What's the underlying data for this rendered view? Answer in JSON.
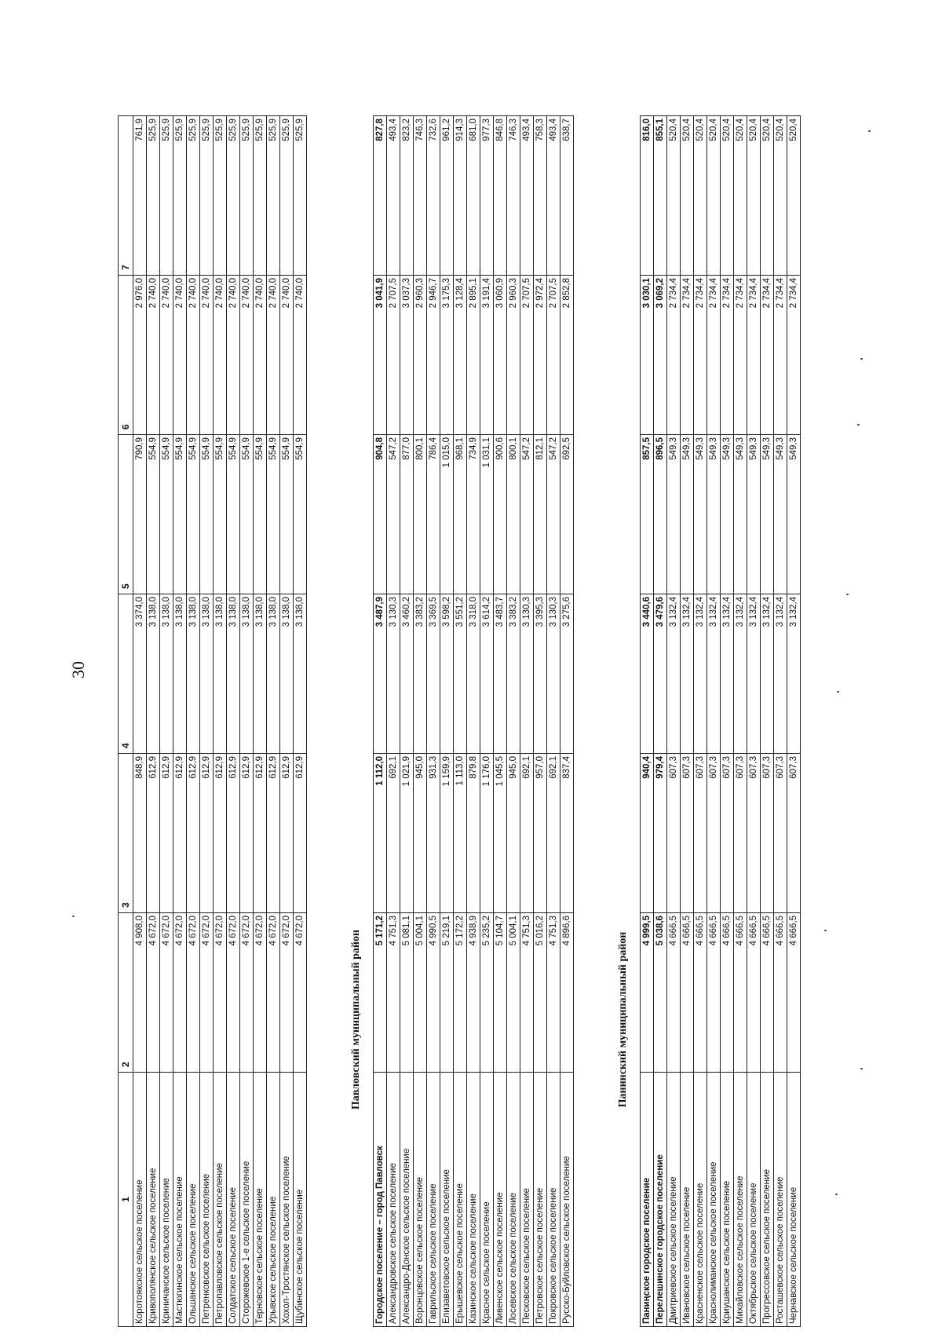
{
  "page_number": "30",
  "header": [
    "1",
    "2",
    "3",
    "4",
    "5",
    "6",
    "7"
  ],
  "group1": [
    [
      "Коротоякское сельское поселение",
      "4 908,0",
      "848,9",
      "3 374,0",
      "790,9",
      "2 976,0",
      "761,9"
    ],
    [
      "Кривополянское сельское поселение",
      "4 672,0",
      "612,9",
      "3 138,0",
      "554,9",
      "2 740,0",
      "525,9"
    ],
    [
      "Криничанское сельское поселение",
      "4 672,0",
      "612,9",
      "3 138,0",
      "554,9",
      "2 740,0",
      "525,9"
    ],
    [
      "Мастюгинское сельское поселение",
      "4 672,0",
      "612,9",
      "3 138,0",
      "554,9",
      "2 740,0",
      "525,9"
    ],
    [
      "Ольшанское сельское поселение",
      "4 672,0",
      "612,9",
      "3 138,0",
      "554,9",
      "2 740,0",
      "525,9"
    ],
    [
      "Петренковское сельское поселение",
      "4 672,0",
      "612,9",
      "3 138,0",
      "554,9",
      "2 740,0",
      "525,9"
    ],
    [
      "Петропавловское сельское поселение",
      "4 672,0",
      "612,9",
      "3 138,0",
      "554,9",
      "2 740,0",
      "525,9"
    ],
    [
      "Солдатское сельское поселение",
      "4 672,0",
      "612,9",
      "3 138,0",
      "554,9",
      "2 740,0",
      "525,9"
    ],
    [
      "Сторожевское 1-е сельское поселение",
      "4 672,0",
      "612,9",
      "3 138,0",
      "554,9",
      "2 740,0",
      "525,9"
    ],
    [
      "Терновское сельское поселение",
      "4 672,0",
      "612,9",
      "3 138,0",
      "554,9",
      "2 740,0",
      "525,9"
    ],
    [
      "Урывское сельское поселение",
      "4 672,0",
      "612,9",
      "3 138,0",
      "554,9",
      "2 740,0",
      "525,9"
    ],
    [
      "Хохол-Тростянское сельское поселение",
      "4 672,0",
      "612,9",
      "3 138,0",
      "554,9",
      "2 740,0",
      "525,9"
    ],
    [
      "Щубинское сельское поселение",
      "4 672,0",
      "612,9",
      "3 138,0",
      "554,9",
      "2 740,0",
      "525,9"
    ]
  ],
  "section2_title": "Павловский муниципальный район",
  "group2": [
    [
      "Городское поселение – город Павловск",
      "5 171,2",
      "1 112,0",
      "3 487,9",
      "904,8",
      "3 041,9",
      "827,8"
    ],
    [
      "Александровское сельское поселение",
      "4 751,3",
      "692,1",
      "3 130,3",
      "547,2",
      "2 707,5",
      "493,4"
    ],
    [
      "Александро-Донское сельское поселение",
      "5 081,1",
      "1 021,9",
      "3 460,2",
      "877,0",
      "3 037,3",
      "823,2"
    ],
    [
      "Воронцовское сельское поселение",
      "5 004,1",
      "945,0",
      "3 383,2",
      "800,1",
      "2 960,3",
      "746,3"
    ],
    [
      "Гаврильское сельское поселение",
      "4 990,5",
      "931,3",
      "3 369,5",
      "786,4",
      "2 946,7",
      "732,6"
    ],
    [
      "Елизаветовское сельское поселение",
      "5 219,1",
      "1 159,9",
      "3 598,2",
      "1 015,0",
      "3 175,3",
      "961,2"
    ],
    [
      "Ерышевское сельское поселение",
      "5 172,2",
      "1 113,0",
      "3 551,2",
      "968,1",
      "3 128,4",
      "914,3"
    ],
    [
      "Казинское сельское поселение",
      "4 938,9",
      "879,8",
      "3 318,0",
      "734,9",
      "2 895,1",
      "681,0"
    ],
    [
      "Красное сельское поселение",
      "5 235,2",
      "1 176,0",
      "3 614,2",
      "1 031,1",
      "3 191,4",
      "977,3"
    ],
    [
      "Ливенское сельское поселение",
      "5 104,7",
      "1 045,5",
      "3 483,7",
      "900,6",
      "3 060,9",
      "846,8"
    ],
    [
      "Лосевское сельское поселение",
      "5 004,1",
      "945,0",
      "3 383,2",
      "800,1",
      "2 960,3",
      "746,3"
    ],
    [
      "Песковское сельское поселение",
      "4 751,3",
      "692,1",
      "3 130,3",
      "547,2",
      "2 707,5",
      "493,4"
    ],
    [
      "Петровское сельское поселение",
      "5 016,2",
      "957,0",
      "3 395,3",
      "812,1",
      "2 972,4",
      "758,3"
    ],
    [
      "Покровское сельское поселение",
      "4 751,3",
      "692,1",
      "3 130,3",
      "547,2",
      "2 707,5",
      "493,4"
    ],
    [
      "Русско-Буйловское сельское поселение",
      "4 896,6",
      "837,4",
      "3 275,6",
      "692,5",
      "2 852,8",
      "638,7"
    ]
  ],
  "section3_title": "Панинский муниципальный район",
  "group3": [
    [
      "Панинское городское поселение",
      "4 999,5",
      "940,4",
      "3 440,6",
      "857,5",
      "3 030,1",
      "816,0"
    ],
    [
      "Перелешинское городское поселение",
      "5 038,6",
      "979,4",
      "3 479,6",
      "896,5",
      "3 069,2",
      "855,1"
    ],
    [
      "Дмитриевское сельское поселение",
      "4 666,5",
      "607,3",
      "3 132,4",
      "549,3",
      "2 734,4",
      "520,4"
    ],
    [
      "Ивановское сельское поселение",
      "4 666,5",
      "607,3",
      "3 132,4",
      "549,3",
      "2 734,4",
      "520,4"
    ],
    [
      "Красненское сельское поселение",
      "4 666,5",
      "607,3",
      "3 132,4",
      "549,3",
      "2 734,4",
      "520,4"
    ],
    [
      "Краснолиманское сельское поселение",
      "4 666,5",
      "607,3",
      "3 132,4",
      "549,3",
      "2 734,4",
      "520,4"
    ],
    [
      "Криушанское сельское поселение",
      "4 666,5",
      "607,3",
      "3 132,4",
      "549,3",
      "2 734,4",
      "520,4"
    ],
    [
      "Михайловское сельское поселение",
      "4 666,5",
      "607,3",
      "3 132,4",
      "549,3",
      "2 734,4",
      "520,4"
    ],
    [
      "Октябрьское сельское поселение",
      "4 666,5",
      "607,3",
      "3 132,4",
      "549,3",
      "2 734,4",
      "520,4"
    ],
    [
      "Прогрессовское сельское поселение",
      "4 666,5",
      "607,3",
      "3 132,4",
      "549,3",
      "2 734,4",
      "520,4"
    ],
    [
      "Росташевское сельское поселение",
      "4 666,5",
      "607,3",
      "3 132,4",
      "549,3",
      "2 734,4",
      "520,4"
    ],
    [
      "Чернавское сельское поселение",
      "4 666,5",
      "607,3",
      "3 132,4",
      "549,3",
      "2 734,4",
      "520,4"
    ]
  ]
}
